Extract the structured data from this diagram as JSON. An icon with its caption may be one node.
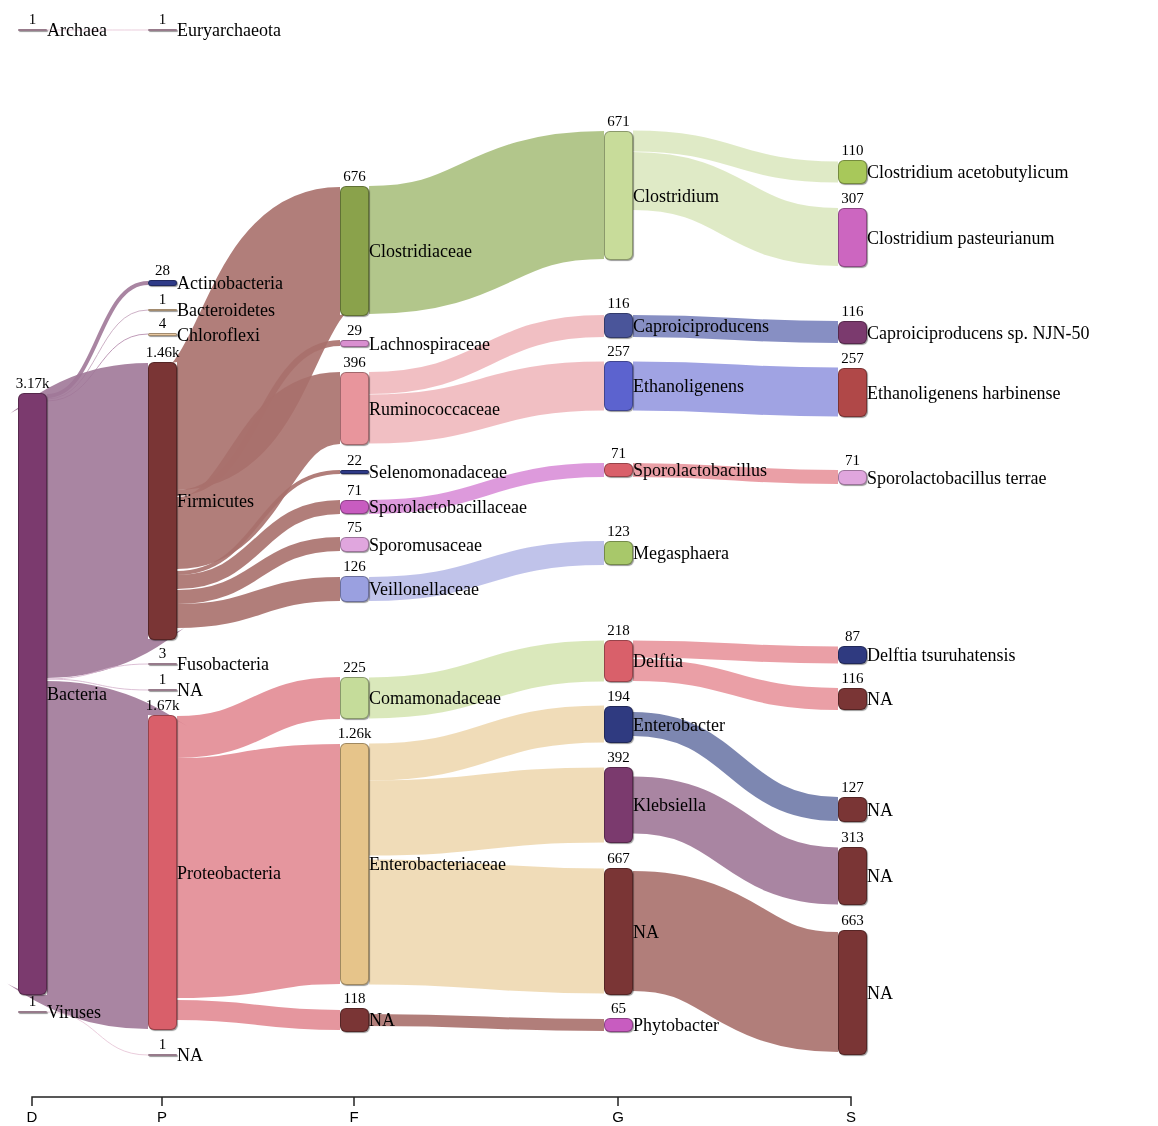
{
  "diagram": {
    "nodes": [
      {
        "text": [
          "Archaea"
        ],
        "beside": [
          "1"
        ]
      },
      {
        "text": [
          "Bacteria"
        ],
        "beside": [
          "3.17k"
        ]
      },
      {
        "text": [
          "Viruses"
        ],
        "beside": [
          "1"
        ]
      },
      {
        "text": [
          "Euryarchaeota"
        ],
        "beside": [
          "1"
        ]
      },
      {
        "text": [
          "Actinobacteria"
        ],
        "beside": [
          "28"
        ]
      },
      {
        "text": [
          "Bacteroidetes"
        ],
        "beside": [
          "1"
        ]
      },
      {
        "text": [
          "Chloroflexi"
        ],
        "beside": [
          "4"
        ]
      },
      {
        "text": [
          "Firmicutes"
        ],
        "beside": [
          "1.46k"
        ]
      },
      {
        "text": [
          "Fusobacteria"
        ],
        "beside": [
          "3"
        ]
      },
      {
        "text": [
          "NA"
        ],
        "beside": [
          "1"
        ]
      },
      {
        "text": [
          "Proteobacteria"
        ],
        "beside": [
          "1.67k"
        ]
      },
      {
        "text": [
          "NA"
        ],
        "beside": [
          "1"
        ]
      },
      {
        "text": [
          "Clostridiaceae"
        ],
        "beside": [
          "676"
        ]
      },
      {
        "text": [
          "Lachnospiraceae"
        ],
        "beside": [
          "29"
        ]
      },
      {
        "text": [
          "Ruminococcaceae"
        ],
        "beside": [
          "396"
        ]
      },
      {
        "text": [
          "Selenomonadaceae"
        ],
        "beside": [
          "22"
        ]
      },
      {
        "text": [
          "Sporolactobacillaceae"
        ],
        "beside": [
          "71"
        ]
      },
      {
        "text": [
          "Sporomusaceae"
        ],
        "beside": [
          "75"
        ]
      },
      {
        "text": [
          "Veillonellaceae"
        ],
        "beside": [
          "126"
        ]
      },
      {
        "text": [
          "Comamonadaceae"
        ],
        "beside": [
          "225"
        ]
      },
      {
        "text": [
          "Enterobacteriaceae"
        ],
        "beside": [
          "1.26k"
        ]
      },
      {
        "text": [
          "NA"
        ],
        "beside": [
          "118"
        ]
      },
      {
        "text": [
          "Clostridium"
        ],
        "beside": [
          "671"
        ]
      },
      {
        "text": [
          "Caproiciproducens"
        ],
        "beside": [
          "116"
        ]
      },
      {
        "text": [
          "Ethanoligenens"
        ],
        "beside": [
          "257"
        ]
      },
      {
        "text": [
          "Sporolactobacillus"
        ],
        "beside": [
          "71"
        ]
      },
      {
        "text": [
          "Megasphaera"
        ],
        "beside": [
          "123"
        ]
      },
      {
        "text": [
          "Delftia"
        ],
        "beside": [
          "218"
        ]
      },
      {
        "text": [
          "Enterobacter"
        ],
        "beside": [
          "194"
        ]
      },
      {
        "text": [
          "Klebsiella"
        ],
        "beside": [
          "392"
        ]
      },
      {
        "text": [
          "NA"
        ],
        "beside": [
          "667"
        ]
      },
      {
        "text": [
          "Phytobacter"
        ],
        "beside": [
          "65"
        ]
      },
      {
        "text": [
          "Clostridium acetobutylicum"
        ],
        "beside": [
          "110"
        ]
      },
      {
        "text": [
          "Clostridium pasteurianum"
        ],
        "beside": [
          "307"
        ]
      },
      {
        "text": [
          "Caproiciproducens sp. NJN-50"
        ],
        "beside": [
          "116"
        ]
      },
      {
        "text": [
          "Ethanoligenens harbinense"
        ],
        "beside": [
          "257"
        ]
      },
      {
        "text": [
          "Sporolactobacillus terrae"
        ],
        "beside": [
          "71"
        ]
      },
      {
        "text": [
          "Delftia tsuruhatensis"
        ],
        "beside": [
          "87"
        ]
      },
      {
        "text": [
          "NA"
        ],
        "beside": [
          "116"
        ]
      },
      {
        "text": [
          "NA"
        ],
        "beside": [
          "127"
        ]
      },
      {
        "text": [
          "NA"
        ],
        "beside": [
          "313"
        ]
      },
      {
        "text": [
          "NA"
        ],
        "beside": [
          "663"
        ]
      }
    ],
    "edges": [
      {
        "from": 0,
        "to": 3,
        "arrow": "none",
        "color": "#e8c8d8"
      },
      {
        "from": 1,
        "to": 4,
        "arrow": "none",
        "color": "#a07898"
      },
      {
        "from": 1,
        "to": 5,
        "arrow": "none",
        "color": "#c8a8c0"
      },
      {
        "from": 1,
        "to": 6,
        "arrow": "none",
        "color": "#b890b0"
      },
      {
        "from": 1,
        "to": 7,
        "arrow": "none",
        "style": "thick",
        "color": "#a07898"
      },
      {
        "from": 1,
        "to": 8,
        "arrow": "none",
        "color": "#d8b8d0"
      },
      {
        "from": 1,
        "to": 9,
        "arrow": "none",
        "color": "#d8b8d0"
      },
      {
        "from": 1,
        "to": 10,
        "arrow": "none",
        "style": "thick",
        "color": "#a07898"
      },
      {
        "from": 2,
        "to": 11,
        "arrow": "none",
        "color": "#e8c8d8"
      },
      {
        "from": 7,
        "to": 12,
        "arrow": "none",
        "style": "thick",
        "color": "#a8706c"
      },
      {
        "from": 7,
        "to": 13,
        "arrow": "none",
        "color": "#a8706c"
      },
      {
        "from": 7,
        "to": 14,
        "arrow": "none",
        "style": "thick",
        "color": "#a8706c"
      },
      {
        "from": 7,
        "to": 15,
        "arrow": "none",
        "color": "#a8706c"
      },
      {
        "from": 7,
        "to": 16,
        "arrow": "none",
        "color": "#a8706c"
      },
      {
        "from": 7,
        "to": 17,
        "arrow": "none",
        "color": "#a8706c"
      },
      {
        "from": 7,
        "to": 18,
        "arrow": "none",
        "color": "#a8706c"
      },
      {
        "from": 10,
        "to": 19,
        "arrow": "none",
        "style": "thick",
        "color": "#e28b94"
      },
      {
        "from": 10,
        "to": 20,
        "arrow": "none",
        "style": "thick",
        "color": "#e28b94"
      },
      {
        "from": 10,
        "to": 21,
        "arrow": "none",
        "color": "#e28b94"
      },
      {
        "from": 12,
        "to": 22,
        "arrow": "none",
        "style": "thick",
        "color": "#aac07e"
      },
      {
        "from": 14,
        "to": 23,
        "arrow": "none",
        "color": "#efb8bd"
      },
      {
        "from": 14,
        "to": 24,
        "arrow": "none",
        "style": "thick",
        "color": "#efb8bd"
      },
      {
        "from": 16,
        "to": 25,
        "arrow": "none",
        "color": "#d98fd8"
      },
      {
        "from": 18,
        "to": 26,
        "arrow": "none",
        "color": "#b9bde8"
      },
      {
        "from": 19,
        "to": 27,
        "arrow": "none",
        "style": "thick",
        "color": "#d6e6b4"
      },
      {
        "from": 20,
        "to": 28,
        "arrow": "none",
        "color": "#eed8b0"
      },
      {
        "from": 20,
        "to": 29,
        "arrow": "none",
        "style": "thick",
        "color": "#eed8b0"
      },
      {
        "from": 20,
        "to": 30,
        "arrow": "none",
        "style": "thick",
        "color": "#eed8b0"
      },
      {
        "from": 21,
        "to": 31,
        "arrow": "none",
        "color": "#a8706c"
      },
      {
        "from": 22,
        "to": 32,
        "arrow": "none",
        "color": "#dce8c0"
      },
      {
        "from": 22,
        "to": 33,
        "arrow": "none",
        "style": "thick",
        "color": "#dce8c0"
      },
      {
        "from": 23,
        "to": 34,
        "arrow": "none",
        "color": "#7a83bc"
      },
      {
        "from": 24,
        "to": 35,
        "arrow": "none",
        "style": "thick",
        "color": "#9699e0"
      },
      {
        "from": 25,
        "to": 36,
        "arrow": "none",
        "color": "#e8959c"
      },
      {
        "from": 27,
        "to": 37,
        "arrow": "none",
        "color": "#e8959c"
      },
      {
        "from": 27,
        "to": 38,
        "arrow": "none",
        "color": "#e8959c"
      },
      {
        "from": 28,
        "to": 39,
        "arrow": "none",
        "color": "#6f7aa8"
      },
      {
        "from": 29,
        "to": 40,
        "arrow": "none",
        "style": "thick",
        "color": "#a07898"
      },
      {
        "from": 30,
        "to": 41,
        "arrow": "none",
        "style": "thick",
        "color": "#a8706c"
      }
    ],
    "labels": [
      "D",
      "P",
      "F",
      "G",
      "S"
    ]
  }
}
